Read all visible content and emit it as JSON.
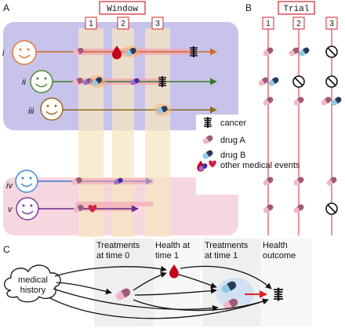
{
  "panels": {
    "a": "A",
    "b": "B",
    "c": "C"
  },
  "window": {
    "title": "Window",
    "labels": [
      "1",
      "2",
      "3"
    ]
  },
  "trial": {
    "title": "Trial",
    "labels": [
      "1",
      "2",
      "3"
    ]
  },
  "patients": [
    "i",
    "ii",
    "iii",
    "iv",
    "v"
  ],
  "legend": {
    "cancer": "cancer",
    "drug_a": "drug A",
    "drug_b": "drug B",
    "other": "other medical events"
  },
  "causal": {
    "medical_history": "medical\nhistory",
    "col1": "Treatments\nat time 0",
    "col2": "Health at\ntime 1",
    "col3": "Treatments\nat time 1",
    "col4": "Health\noutcome"
  },
  "icons": {
    "face": "smiley-face-icon",
    "cancer": "cancer-cell-icon",
    "drug_a": "drug-a-capsule-icon",
    "drug_b": "drug-b-capsule-icon",
    "blood": "blood-drop-icon",
    "heart": "heart-icon",
    "no": "prohibited-icon",
    "cloud": "cloud-icon"
  },
  "colors": {
    "drug_a": "#a05a78",
    "drug_a_light": "#f2b7c9",
    "drug_b": "#283a57",
    "drug_b_light": "#8fc9e6",
    "blood": "#c4001b",
    "heart": "#d02244",
    "purple_box": "#c8c3ea",
    "pink_box": "#f6d7e0",
    "window_highlight": "#f6e6c2",
    "trial_red": "#d2252a",
    "face_orange": "#e07a3c",
    "face_green": "#4a8a3a",
    "face_brown": "#9a6a25",
    "face_blue": "#3a8ad8",
    "face_purple": "#7a3a98"
  }
}
